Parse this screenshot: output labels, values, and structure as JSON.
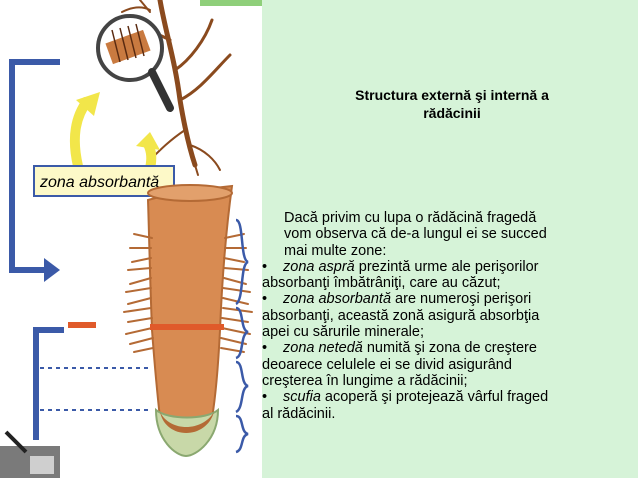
{
  "illustration": {
    "label": "zona absorbantă",
    "colors": {
      "root": "#d88b52",
      "root_dark": "#b46a35",
      "bracket_blue": "#3b5aa8",
      "arrow_yellow": "#f2e64a",
      "label_box": "#fdf9c8",
      "band_red": "#e05a2a",
      "cap_green": "#c8d8a8"
    }
  },
  "title": {
    "line1": "Structura externă şi internă a",
    "line2": "rădăcinii"
  },
  "body": {
    "intro": "Dacă privim cu lupa o rădăcină fragedă vom observa că de-a lungul ei se succed mai multe zone:",
    "items": [
      {
        "bullet": "•",
        "term": "zona aspră",
        "text": " prezintă urme ale perişorilor absorbanţi îmbătrâniţi, care au căzut;"
      },
      {
        "bullet": "•",
        "term": "zona absorbantă",
        "text": " are numeroşi perişori absorbanţi, această zonă asigură absorbţia apei cu sărurile minerale;"
      },
      {
        "bullet": "•",
        "term": "zona netedă",
        "text": " numită şi zona de creştere deoarece celulele ei se divid asigurând creşterea în lungime a rădăcinii;"
      },
      {
        "bullet": "•",
        "term": "scufia",
        "text": " acoperă şi protejează vârful fraged al rădăcinii."
      }
    ]
  },
  "colors": {
    "panel": "#d6f3d8",
    "text": "#000000"
  }
}
